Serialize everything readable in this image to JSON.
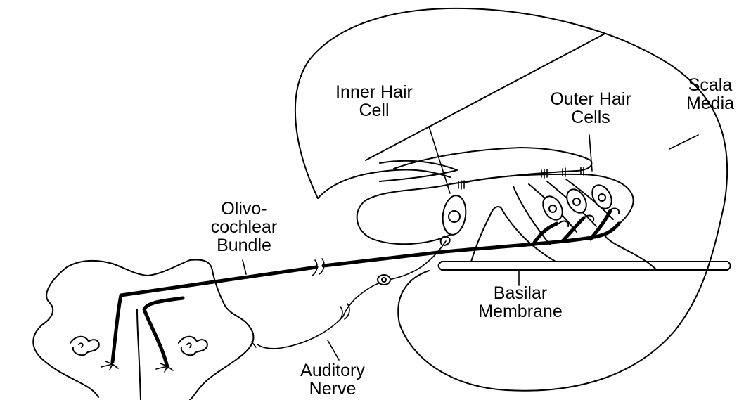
{
  "labels": {
    "inner_hair_cell": [
      "Inner Hair",
      "Cell"
    ],
    "outer_hair_cells": [
      "Outer Hair",
      "Cells"
    ],
    "scala_media": [
      "Scala",
      "Media"
    ],
    "olivocochlear_bundle": [
      "Olivo-",
      "cochlear",
      "Bundle"
    ],
    "basilar_membrane": [
      "Basilar",
      "Membrane"
    ],
    "auditory_nerve": [
      "Auditory",
      "Nerve"
    ]
  }
}
